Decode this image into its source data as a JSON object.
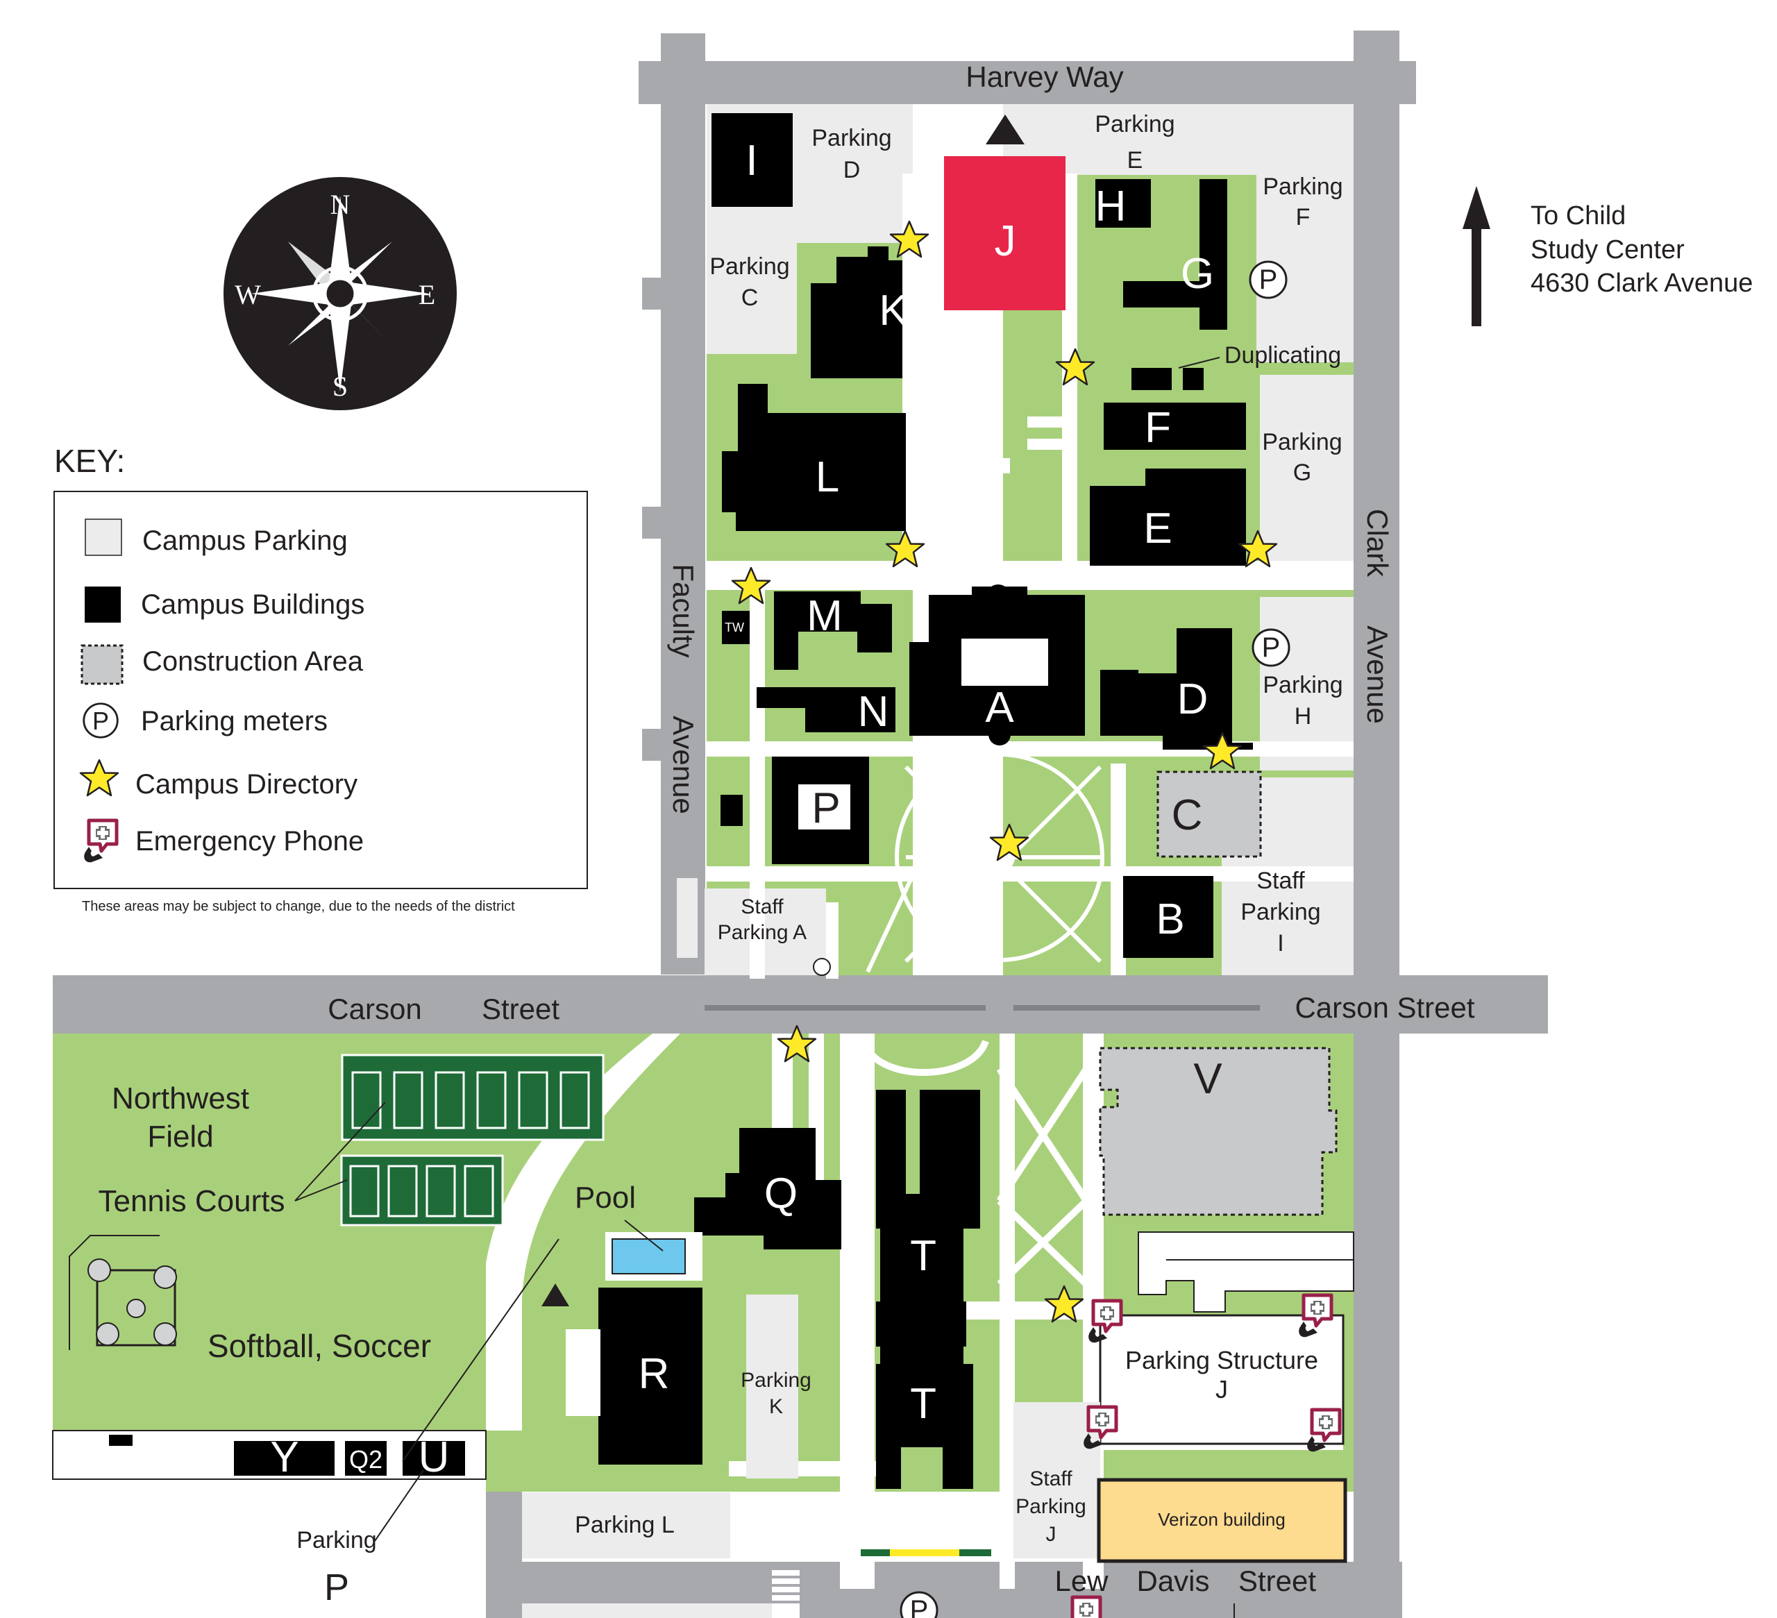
{
  "streets": {
    "harvey_way": "Harvey Way",
    "carson_street_west_1": "Carson",
    "carson_street_west_2": "Street",
    "carson_street_east": "Carson Street",
    "faculty_1": "Faculty",
    "faculty_2": "Avenue",
    "clark_1": "Clark",
    "clark_2": "Avenue",
    "lew_davis_1": "Lew",
    "lew_davis_2": "Davis",
    "lew_davis_3": "Street"
  },
  "directions": {
    "child_study_line1": "To Child",
    "child_study_line2": "Study Center",
    "child_study_line3": "4630 Clark Avenue"
  },
  "compass": {
    "n": "N",
    "s": "S",
    "e": "E",
    "w": "W"
  },
  "key": {
    "title": "KEY:",
    "items": [
      {
        "label": "Campus Parking",
        "swatch": "parking"
      },
      {
        "label": "Campus Buildings",
        "swatch": "building"
      },
      {
        "label": "Construction Area",
        "swatch": "construction"
      },
      {
        "label": "Parking meters",
        "swatch": "meter",
        "glyph": "P"
      },
      {
        "label": "Campus Directory",
        "swatch": "star"
      },
      {
        "label": "Emergency Phone",
        "swatch": "phone"
      }
    ],
    "note": "These areas may be subject to change, due to the needs of the district"
  },
  "buildings": {
    "A": "A",
    "B": "B",
    "C": "C",
    "D": "D",
    "E": "E",
    "F": "F",
    "G": "G",
    "H": "H",
    "I": "I",
    "J": "J",
    "K": "K",
    "L": "L",
    "M": "M",
    "N": "N",
    "P": "P",
    "Q": "Q",
    "R": "R",
    "T1": "T",
    "T2": "T",
    "V": "V",
    "Y": "Y",
    "Q2": "Q2",
    "U": "U",
    "TW": "TW"
  },
  "parking": {
    "c_1": "Parking",
    "c_2": "C",
    "d_1": "Parking",
    "d_2": "D",
    "e_1": "Parking",
    "e_2": "E",
    "f_1": "Parking",
    "f_2": "F",
    "g_1": "Parking",
    "g_2": "G",
    "h_1": "Parking",
    "h_2": "H",
    "staff_a_1": "Staff",
    "staff_a_2": "Parking A",
    "staff_i_1": "Staff",
    "staff_i_2": "Parking",
    "staff_i_3": "I",
    "k_1": "Parking",
    "k_2": "K",
    "l": "Parking L",
    "staff_j_1": "Staff",
    "staff_j_2": "Parking",
    "staff_j_3": "J",
    "structure_1": "Parking Structure",
    "structure_2": "J",
    "p_1": "Parking",
    "p_2": "P"
  },
  "places": {
    "duplicating": "Duplicating",
    "northwest_1": "Northwest",
    "northwest_2": "Field",
    "tennis": "Tennis Courts",
    "pool": "Pool",
    "softball": "Softball, Soccer",
    "verizon": "Verizon building",
    "meter_glyph": "P"
  },
  "colors": {
    "road": "#a7a9ac",
    "grass": "#a8d07a",
    "building": "#000000",
    "parking": "#ececec",
    "highlight_building": "#e8264a",
    "construction": "#c8c9cb",
    "tennis": "#1e6b38",
    "pool": "#6ec8ee",
    "verizon": "#fddb8f",
    "star": "#ffea2a",
    "emergency": "#9a1f4a"
  }
}
